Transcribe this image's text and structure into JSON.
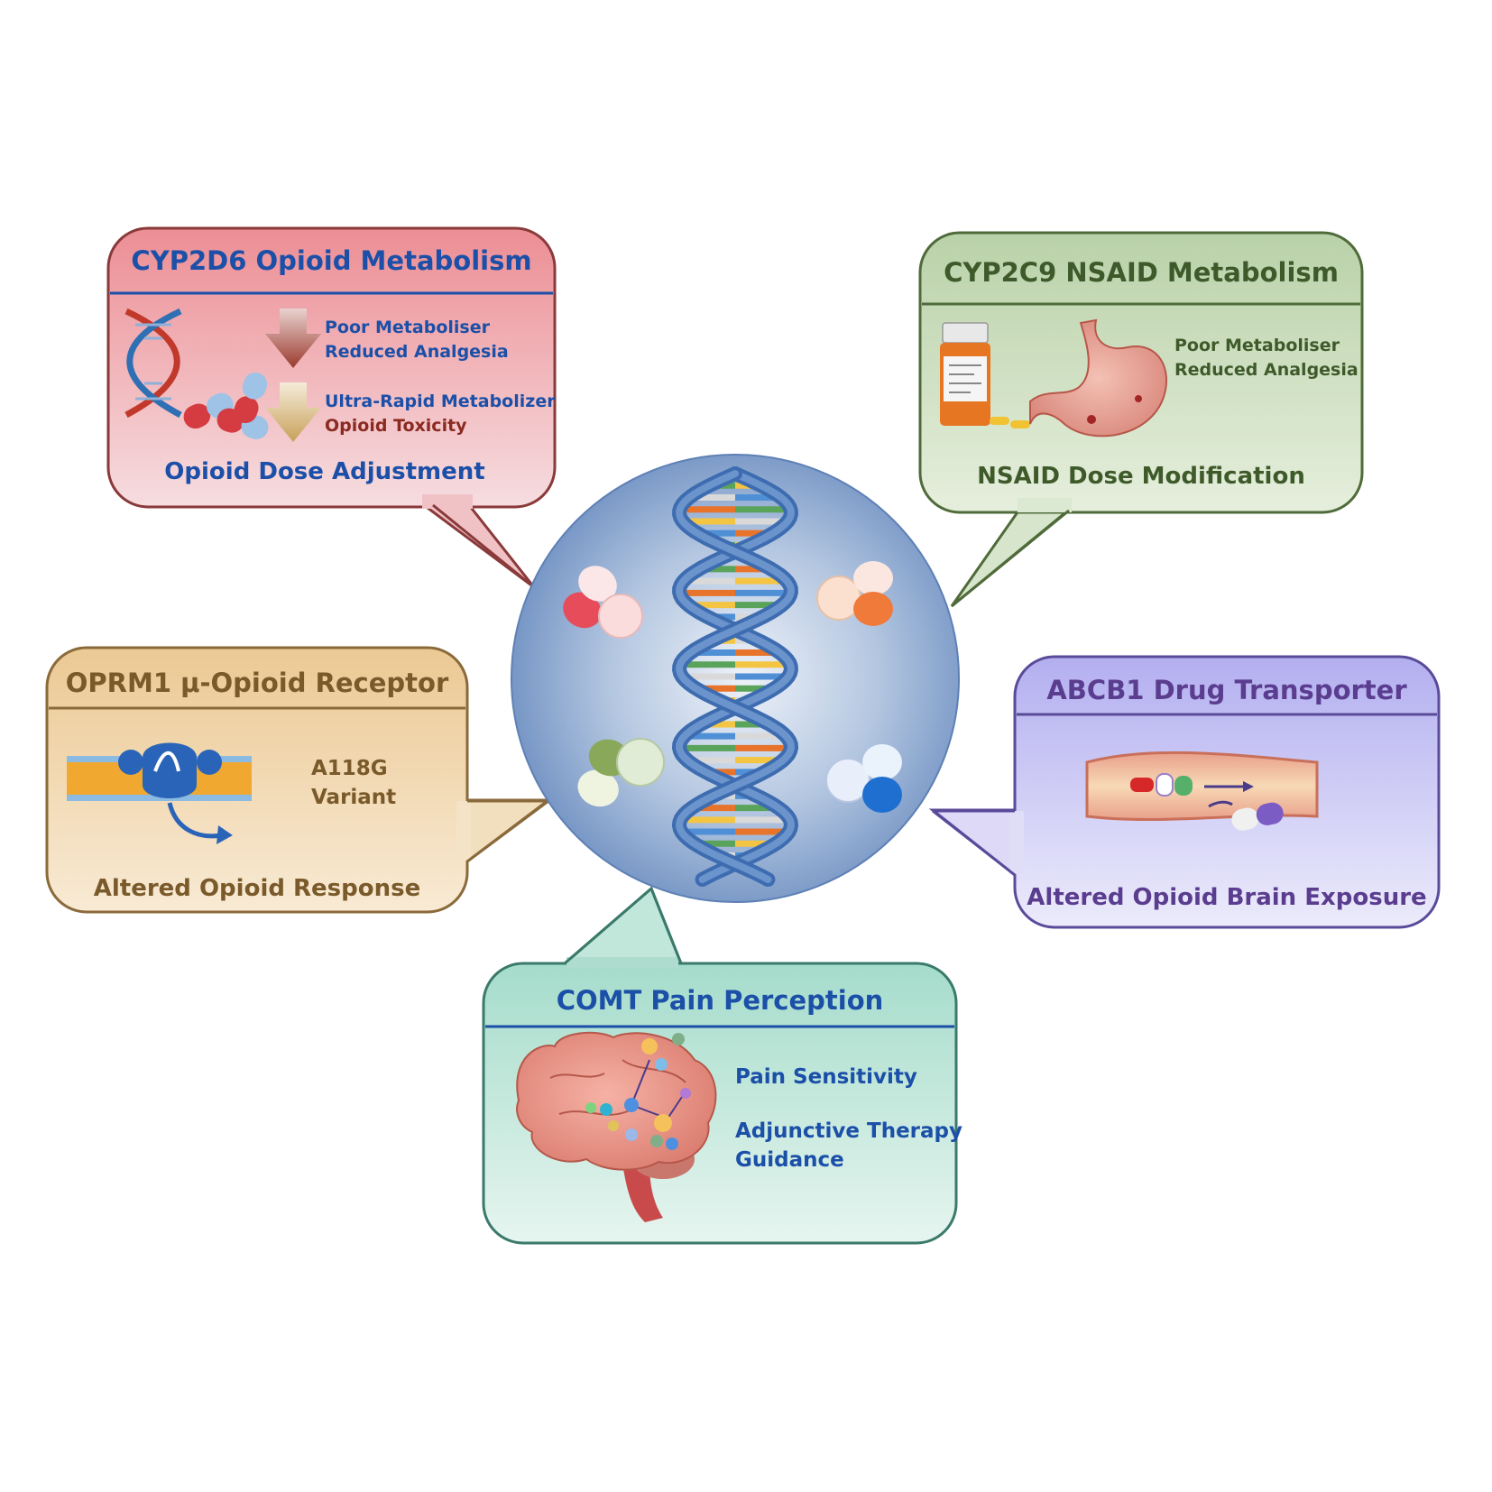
{
  "colors": {
    "blue_text": "#1b4fa8",
    "red_arrow_text": "#8a2a20",
    "green_text": "#3e5a2a",
    "brown_text": "#7a5a2a",
    "purple_text": "#5b3d8f",
    "comt_text": "#1b4fa8"
  },
  "icons": [
    "dna-helix-icon",
    "capsule-icon",
    "tablet-icon",
    "down-arrow-icon",
    "pill-bottle-icon",
    "stomach-icon",
    "receptor-membrane-icon",
    "blood-vessel-icon",
    "brain-icon"
  ],
  "cyp2d6": {
    "title": "CYP2D6 Opioid Metabolism",
    "poor_line1": "Poor Metaboliser",
    "poor_line2": "Reduced Analgesia",
    "ultra_line1": "Ultra-Rapid Metabolizer",
    "ultra_line2": "Opioid Toxicity",
    "footer": "Opioid Dose Adjustment"
  },
  "cyp2c9": {
    "title": "CYP2C9 NSAID Metabolism",
    "line1": "Poor Metaboliser",
    "line2": "Reduced Analgesia",
    "footer": "NSAID Dose Modification"
  },
  "oprm1": {
    "title": "OPRM1 μ-Opioid Receptor",
    "line1": "A118G",
    "line2": "Variant",
    "footer": "Altered Opioid Response"
  },
  "abcb1": {
    "title": "ABCB1 Drug Transporter",
    "footer": "Altered Opioid Brain Exposure"
  },
  "comt": {
    "title": "COMT Pain Perception",
    "line1": "Pain Sensitivity",
    "line2": "Adjunctive Therapy",
    "line3": "Guidance"
  }
}
